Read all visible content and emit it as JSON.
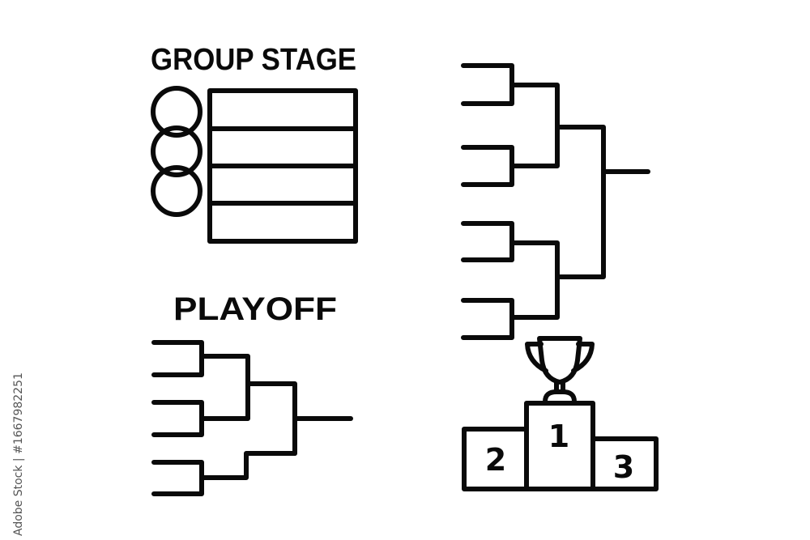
{
  "group_stage": {
    "title": "GROUP STAGE",
    "groups": 3,
    "table_rows": 4
  },
  "playoff": {
    "title": "PLAYOFF",
    "teams": 6
  },
  "main_bracket": {
    "teams": 8
  },
  "podium": {
    "first": "1",
    "second": "2",
    "third": "3",
    "trophy_icon": "trophy-icon"
  },
  "watermark": {
    "text": "Adobe Stock | #1667982251"
  },
  "colors": {
    "stroke": "#0a0a0a",
    "background": "#ffffff"
  }
}
